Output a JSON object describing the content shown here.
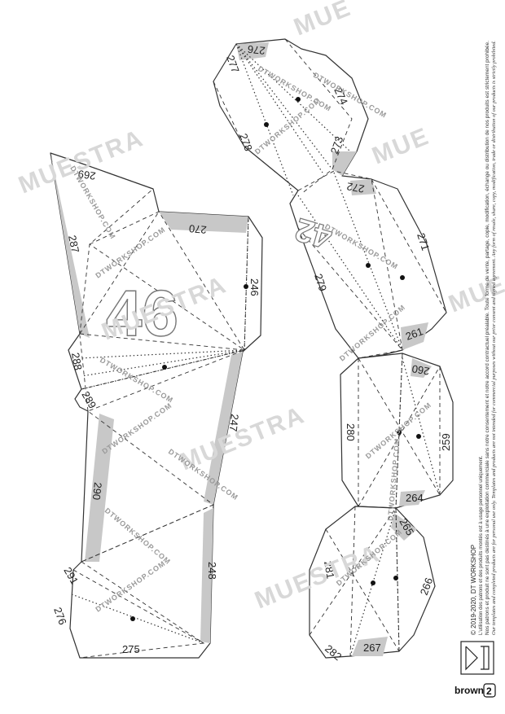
{
  "large_numbers": {
    "left": "46",
    "right": "42"
  },
  "edge_labels": {
    "e269": "269",
    "e270": "270",
    "e287": "287",
    "e246": "246",
    "e288": "288",
    "e289": "289",
    "e247": "247",
    "e290": "290",
    "e248": "248",
    "e291": "291",
    "e276a": "276",
    "e275": "275",
    "e276b": "276",
    "e277": "277",
    "e274": "274",
    "e278": "278",
    "e273": "273",
    "e272": "272",
    "e271": "271",
    "e279": "279",
    "e261": "261",
    "e260": "260",
    "e280": "280",
    "e259": "259",
    "e264": "264",
    "e265": "265",
    "e281": "281",
    "e266": "266",
    "e267": "267",
    "e282": "282"
  },
  "watermarks": {
    "muestra": "MUESTRA",
    "mue": "MUE",
    "site": "DTWORKSHOP.COM"
  },
  "legal": {
    "copyright": "© 2019-2020, DT WORKSHOP",
    "line_fr_1": "L'utilisation des patrons et des produits montés est à usage personnel uniquement.",
    "line_fr_2": "Nos patrons et produit ne sont pas destinés à une exploitation commerciale sans notre consentement et notre accord contractuel préalable. Toute forme de vente, partage, copie, modification, échange ou distribution de nos produits est strictement prohibée.",
    "line_en_1": "Our templates and completed products are for personal use only. Templates and products are not intended for commercial purposes without our prior consent and signed agreement. Any form of resale, share, copy, modification, trade or distribution of our products is strictly prohibited."
  },
  "footer": {
    "color_name": "brown",
    "page_number": "2"
  },
  "colors": {
    "tab": "#c8c8c8",
    "line": "#333333",
    "watermark": "#d8d8d8"
  },
  "icons": {
    "logo": "dt-workshop-logo"
  }
}
